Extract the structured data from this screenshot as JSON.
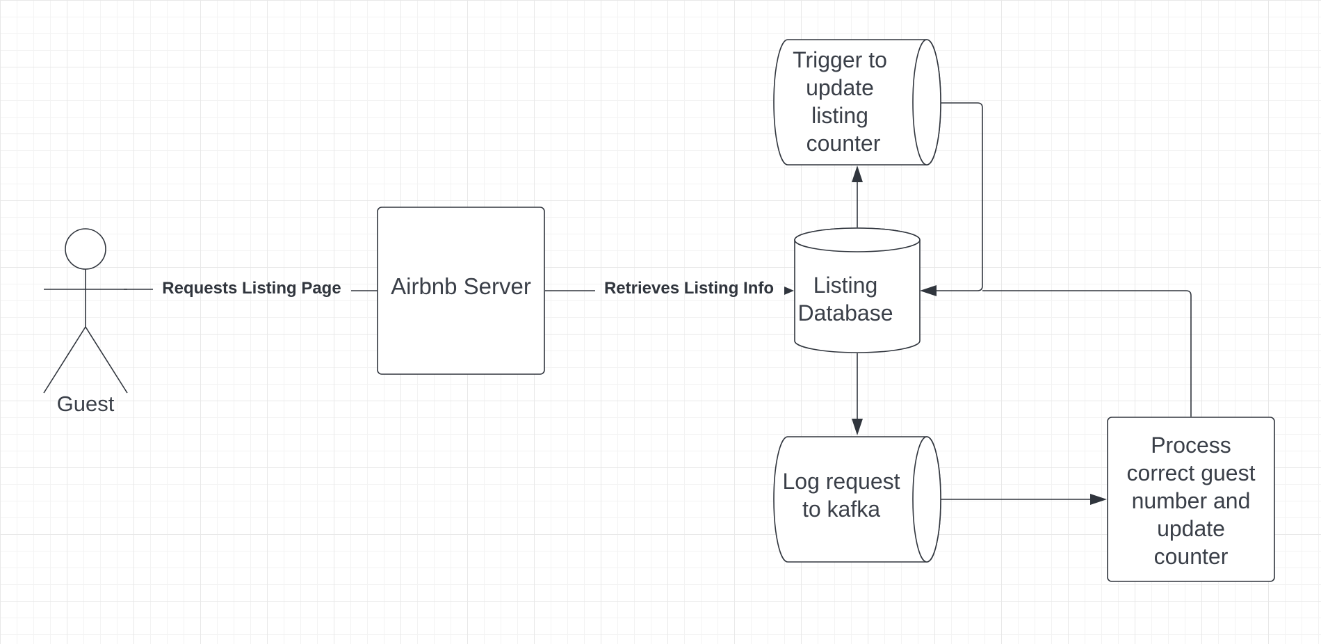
{
  "diagram": {
    "nodes": {
      "guest": {
        "label": "Guest"
      },
      "airbnb_server": {
        "label": "Airbnb Server"
      },
      "listing_database": {
        "lines": [
          "Listing",
          "Database"
        ]
      },
      "trigger_update": {
        "lines": [
          "Trigger to",
          "update",
          "listing",
          "counter"
        ]
      },
      "log_request": {
        "lines": [
          "Log request",
          "to kafka"
        ]
      },
      "process_counter": {
        "lines": [
          "Process",
          "correct guest",
          "number and",
          "update",
          "counter"
        ]
      }
    },
    "edges": {
      "guest_to_server": {
        "label": "Requests Listing Page"
      },
      "server_to_database": {
        "label": "Retrieves Listing Info"
      }
    }
  }
}
